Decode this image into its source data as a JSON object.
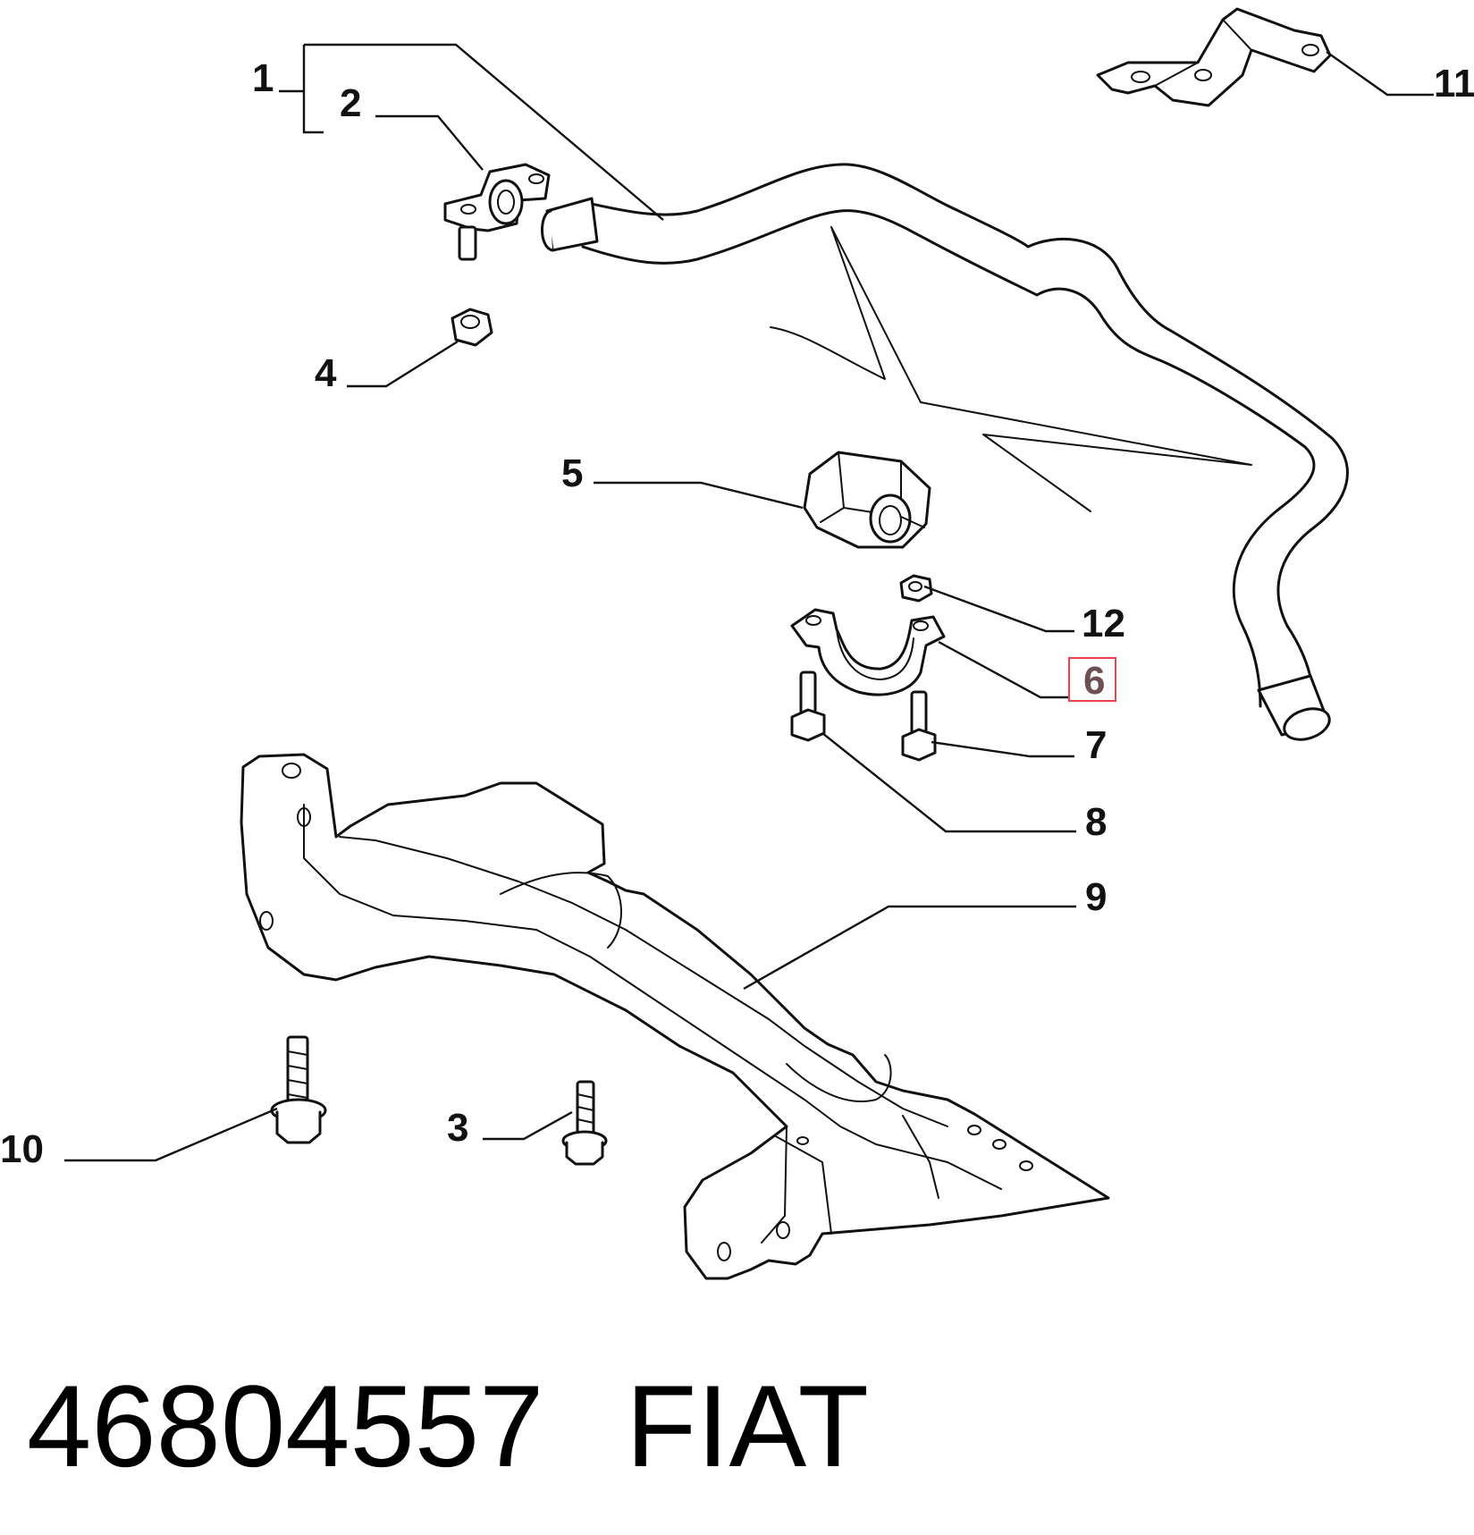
{
  "callouts": {
    "c1": "1",
    "c2": "2",
    "c3": "3",
    "c4": "4",
    "c5": "5",
    "c6": "6",
    "c7": "7",
    "c8": "8",
    "c9": "9",
    "c10": "10",
    "c11": "11",
    "c12": "12"
  },
  "highlight": {
    "label": "6",
    "color": "#e8434f",
    "text_color": "#6e4f52"
  },
  "footer": {
    "part_number": "46804557",
    "brand": "FIAT"
  }
}
